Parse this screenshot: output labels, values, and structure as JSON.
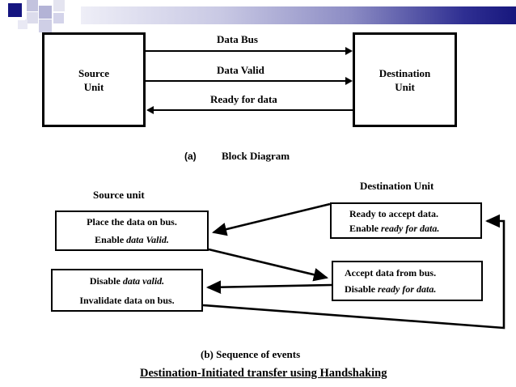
{
  "slide": {
    "decor": {
      "bar_gradient_from": "#eeeef7",
      "bar_gradient_to": "#17177d",
      "accent_square_color": "#151580"
    }
  },
  "block_diagram": {
    "source_unit": {
      "line1": "Source",
      "line2": "Unit"
    },
    "destination_unit": {
      "line1": "Destination",
      "line2": "Unit"
    },
    "signals": [
      {
        "label": "Data Bus",
        "direction": "right"
      },
      {
        "label": "Data Valid",
        "direction": "right"
      },
      {
        "label": "Ready for data",
        "direction": "left"
      }
    ],
    "caption_letter": "(a)",
    "caption_text": "Block Diagram"
  },
  "sequence": {
    "source_group_label": "Source unit",
    "destination_group_label": "Destination Unit",
    "boxes": {
      "place_data": {
        "line1": "Place the data on bus.",
        "line2_prefix": "Enable ",
        "line2_italic": "data Valid."
      },
      "disable_valid": {
        "line1_prefix": "Disable ",
        "line1_italic": "data valid.",
        "line2": "Invalidate data on bus."
      },
      "ready_accept": {
        "line1": "Ready to accept data.",
        "line2_prefix": "Enable ",
        "line2_italic": "ready for data."
      },
      "accept_data": {
        "line1": "Accept data from bus.",
        "line2_prefix": "Disable ",
        "line2_italic": "ready for data."
      }
    },
    "caption": "(b) Sequence of events"
  },
  "slide_title": "Destination-Initiated transfer using Handshaking"
}
